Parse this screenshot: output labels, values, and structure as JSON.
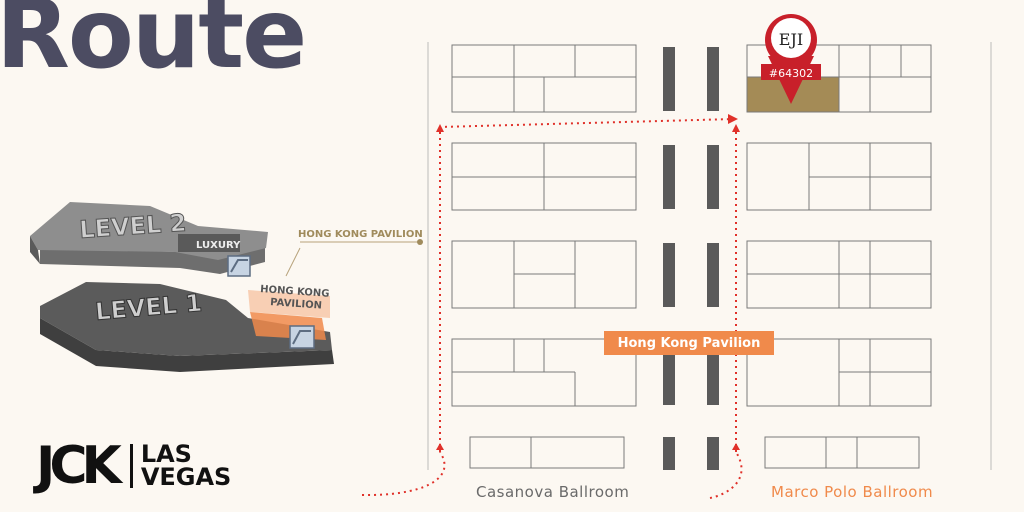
{
  "title": "Route",
  "iso_map": {
    "level2_label": "LEVEL 2",
    "level1_label": "LEVEL 1",
    "luxury_label": "LUXURY",
    "hk_line1": "HONG KONG",
    "hk_line2": "PAVILION",
    "side_label": "HONG KONG PAVILION"
  },
  "floor_plan": {
    "booth_marker": {
      "name": "EJI",
      "booth": "#64302"
    },
    "pavilion_label": "Hong Kong Pavilion",
    "ballrooms": [
      "Casanova Ballroom",
      "Marco Polo Ballroom"
    ]
  },
  "logo": {
    "brand": "JCK",
    "line1": "LAS",
    "line2": "VEGAS"
  },
  "colors": {
    "title": "#4c4c62",
    "route": "#e0312a",
    "pavilion": "#f08a4b",
    "booth": "#a48b56",
    "marker": "#c8202a",
    "background": "#fcf8f2"
  }
}
